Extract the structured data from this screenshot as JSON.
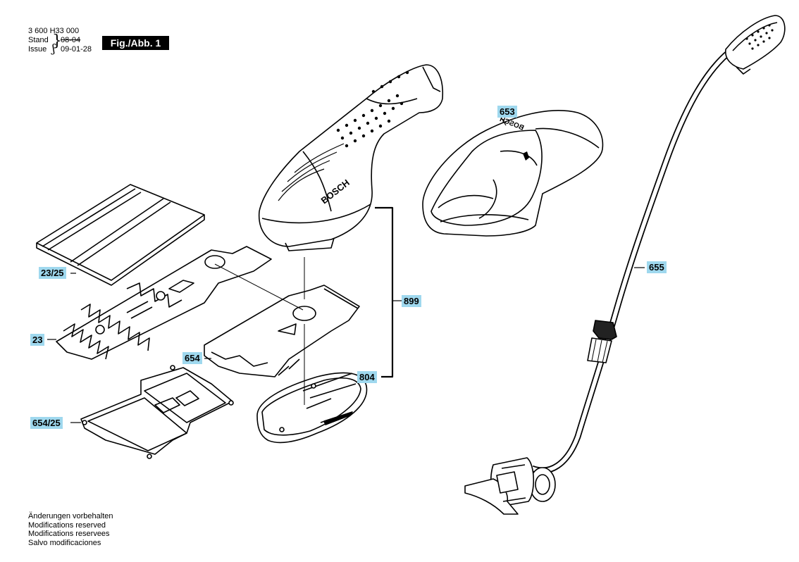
{
  "header": {
    "doc_number": "3 600 H33 000",
    "stand_label": "Stand",
    "stand_date": "08-04",
    "issue_label": "Issue",
    "issue_date": "09-01-28",
    "figure_label": "Fig./Abb. 1"
  },
  "callouts": {
    "c653": "653",
    "c655": "655",
    "c899": "899",
    "c804": "804",
    "c654": "654",
    "c23": "23",
    "c2325": "23/25",
    "c65425": "654/25"
  },
  "product_lettering": {
    "brand": "BOSCH"
  },
  "footer_notes": [
    "Änderungen vorbehalten",
    "Modifications reserved",
    "Modifications reservees",
    "Salvo modificaciones"
  ],
  "colors": {
    "callout_bg": "#9fd8ee",
    "ink": "#000000",
    "part_fill": "#ffffff"
  }
}
